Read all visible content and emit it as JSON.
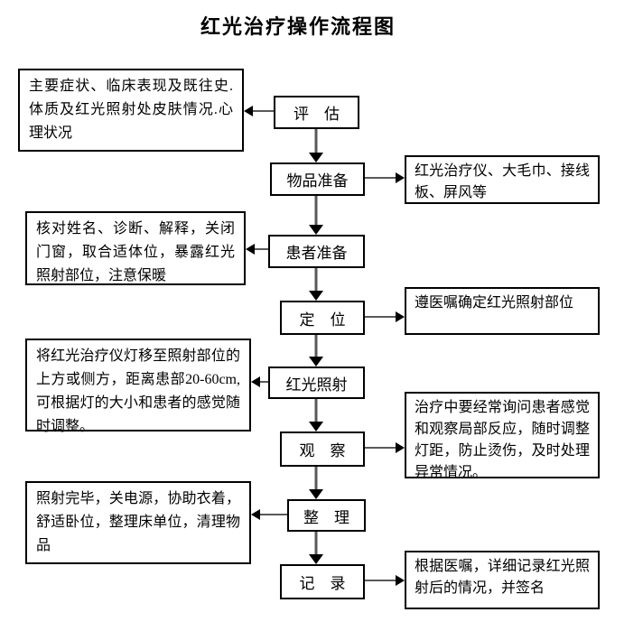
{
  "title": "红光治疗操作流程图",
  "colors": {
    "background": "#ffffff",
    "text": "#000000",
    "box_border": "#000000",
    "arrow_shaft": "#595959",
    "arrow_head": "#000000"
  },
  "flow": {
    "steps": [
      "评　估",
      "物品准备",
      "患者准备",
      "定　位",
      "红光照射",
      "观　察",
      "整　理",
      "记　录"
    ],
    "left_notes": [
      "主要症状、临床表现及既往史.体质及红光照射处皮肤情况.心理状况",
      "核对姓名、诊断、解释，关闭门窗，取合适体位，暴露红光照射部位，注意保暖",
      "将红光治疗仪灯移至照射部位的上方或侧方，距离患部20-60cm, 可根据灯的大小和患者的感觉随时调整。",
      "照射完毕，关电源，协助衣着，舒适卧位，整理床单位，清理物品"
    ],
    "right_notes": [
      "红光治疗仪、大毛巾、接线板、屏风等",
      "遵医嘱确定红光照射部位",
      "治疗中要经常询问患者感觉和观察局部反应，随时调整灯距，防止烫伤，及时处理异常情况。",
      "根据医嘱，详细记录红光照射后的情况，并签名"
    ]
  }
}
